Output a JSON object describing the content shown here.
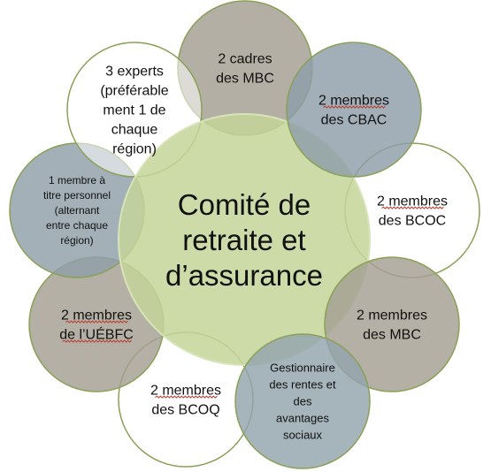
{
  "center": {
    "lines": [
      "Comité de",
      "retraite et",
      "d’assurance"
    ],
    "fill": "#c4d59a",
    "stroke": "#d7e4b8"
  },
  "members": [
    {
      "id": "cadres-mbc",
      "lines": [
        "2 cadres",
        "des MBC"
      ],
      "fill": "#a49e90",
      "stroke": "#8aa055"
    },
    {
      "id": "membres-cbac",
      "lines": [
        "2 membres",
        "des CBAC"
      ],
      "fill": "#8e9ea8",
      "stroke": "#8aa055"
    },
    {
      "id": "membres-bcoc",
      "lines": [
        "2 membres",
        "des BCOC"
      ],
      "fill": "#ffffff",
      "stroke": "#8aa055"
    },
    {
      "id": "membres-mbc",
      "lines": [
        "2 membres",
        "des MBC"
      ],
      "fill": "#a39f92",
      "stroke": "#8aa055"
    },
    {
      "id": "gestionnaire",
      "lines": [
        "Gestionnaire",
        "des rentes et",
        "des",
        "avantages",
        "sociaux"
      ],
      "fill": "#93a4ad",
      "stroke": "#8aa055"
    },
    {
      "id": "membres-bcoq",
      "lines": [
        "2 membres",
        "des BCOQ"
      ],
      "fill": "#ffffff",
      "stroke": "#8aa055"
    },
    {
      "id": "membres-uebfc",
      "lines": [
        "2 membres",
        "de l’UÉBFC"
      ],
      "fill": "#a39f92",
      "stroke": "#8aa055"
    },
    {
      "id": "membre-titre-personnel",
      "lines": [
        "1 membre à",
        "titre personnel",
        "(alternant",
        "entre chaque",
        "région)"
      ],
      "fill": "#8f9fa8",
      "stroke": "#8aa055"
    },
    {
      "id": "experts",
      "lines": [
        "3 experts",
        "(préférable",
        "ment 1 de",
        "chaque",
        "région)"
      ],
      "fill": "#ffffff",
      "stroke": "#8aa055"
    }
  ]
}
